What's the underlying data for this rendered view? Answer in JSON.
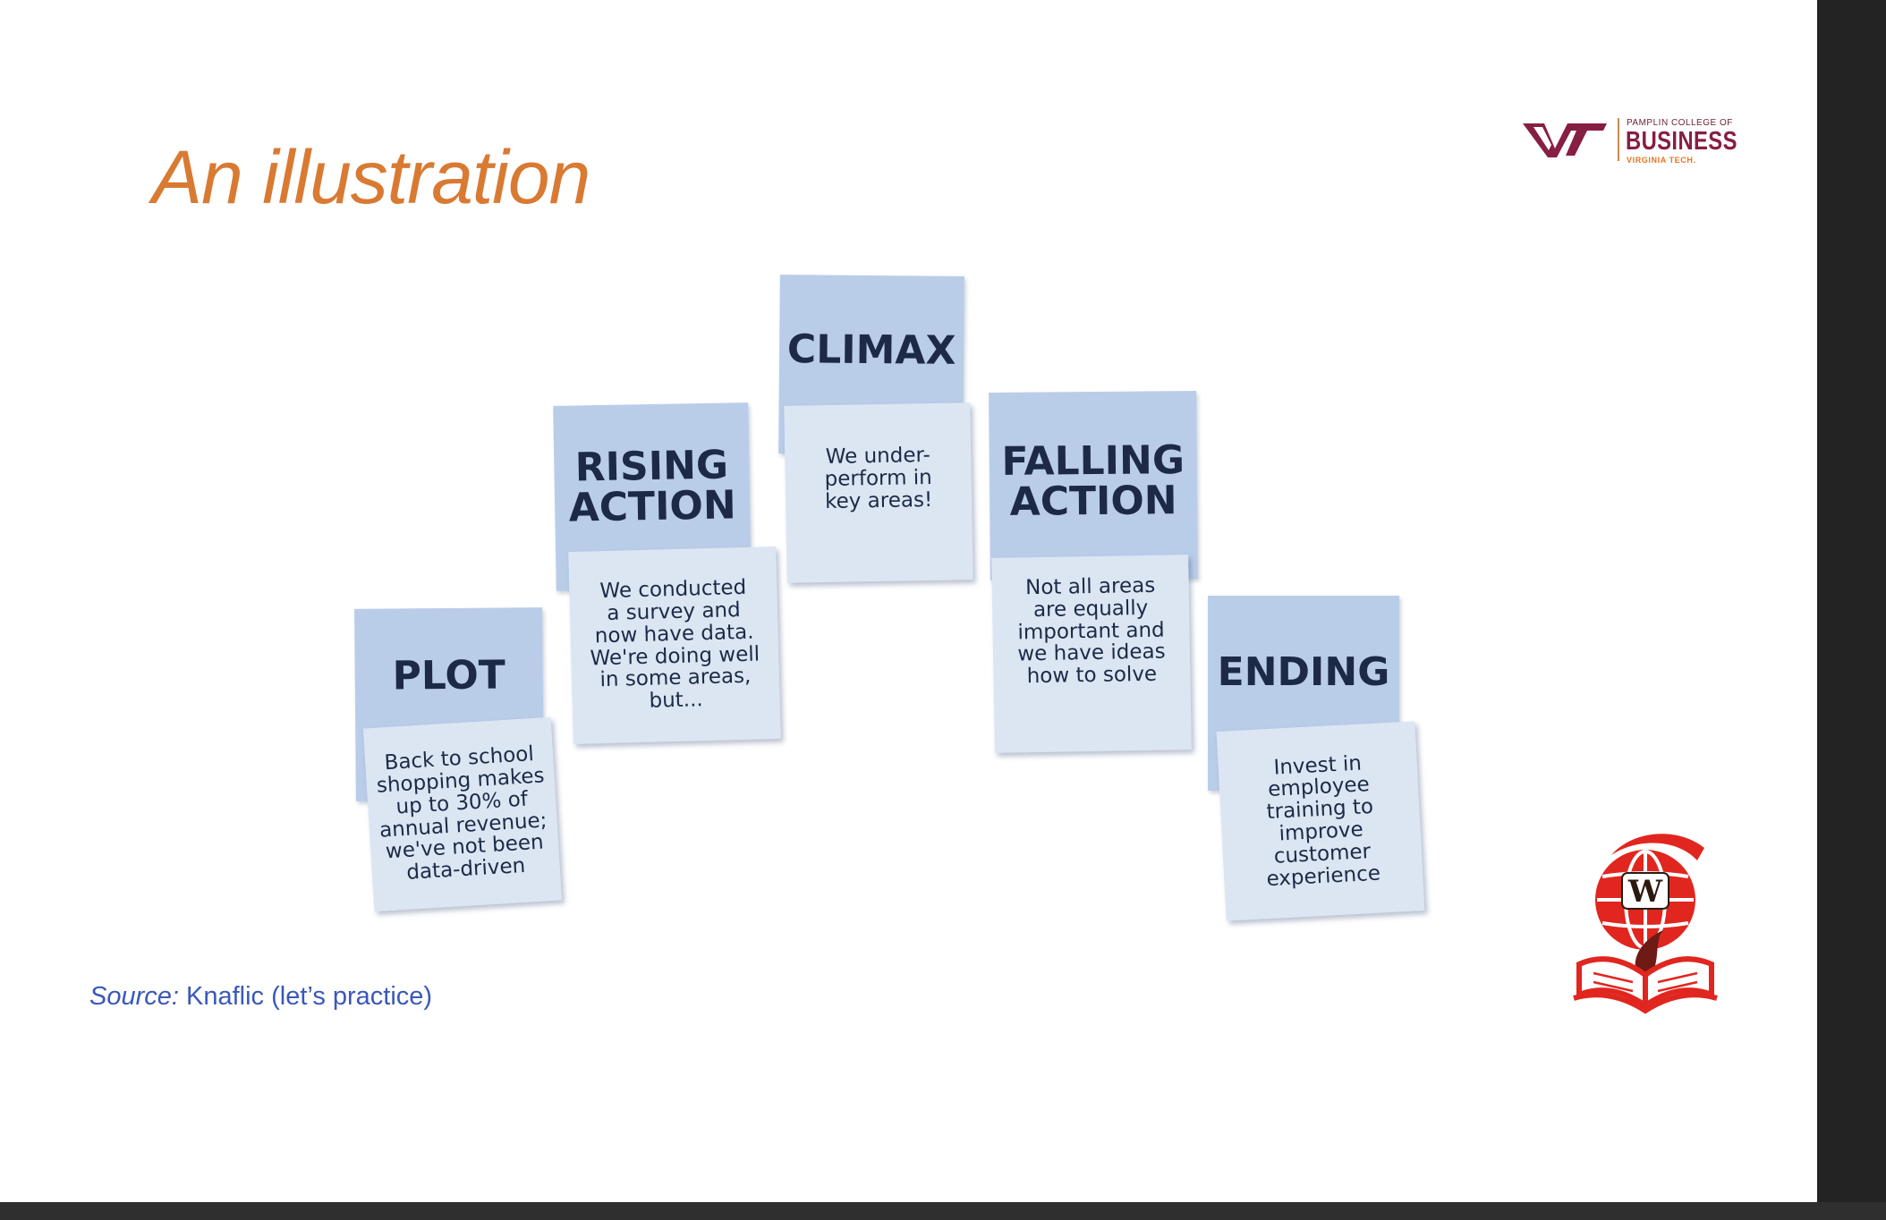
{
  "slide": {
    "title": "An illustration",
    "source_label": "Source:",
    "source_text": " Knaflic (let’s practice)"
  },
  "logo": {
    "mark": "VT",
    "small": "PAMPLIN COLLEGE OF",
    "big": "BUSINESS",
    "sub": "VIRGINIA TECH.",
    "colors": {
      "maroon": "#861f41",
      "orange": "#e5751f"
    }
  },
  "notes": {
    "plot": {
      "title": "PLOT",
      "body": [
        "Back to school",
        "shopping makes",
        "up to 30% of",
        "annual revenue;",
        "we've not been",
        "data-driven"
      ]
    },
    "rising": {
      "title": [
        "RISING",
        "ACTION"
      ],
      "body": [
        "We conducted",
        "a survey and",
        "now have data.",
        "We're doing well",
        "in some areas,",
        "but..."
      ]
    },
    "climax": {
      "title": "CLIMAX",
      "body": [
        "We under-",
        "perform in",
        "key areas!"
      ]
    },
    "falling": {
      "title": [
        "FALLING",
        "ACTION"
      ],
      "body": [
        "Not all areas",
        "are equally",
        "important and",
        "we have ideas",
        "how to solve"
      ]
    },
    "ending": {
      "title": "ENDING",
      "body": [
        "Invest in",
        "employee",
        "training to",
        "improve",
        "customer",
        "experience"
      ]
    }
  },
  "emblem": {
    "letter": "W"
  },
  "colors": {
    "title": "#d97a33",
    "note_head": "#b9cde9",
    "note_body": "#dce6f3",
    "ink": "#1d2a47",
    "source": "#3a58b8",
    "emblem_red": "#e0261f"
  }
}
